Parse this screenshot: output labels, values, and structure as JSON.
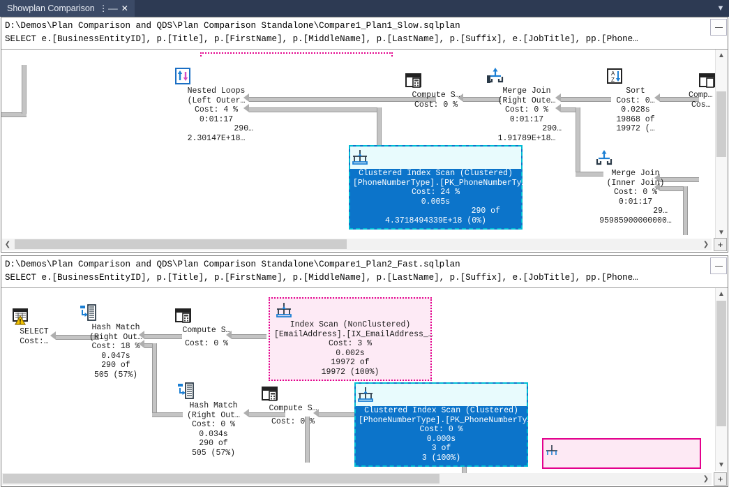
{
  "window": {
    "tab_title": "Showplan Comparison",
    "pin_icon": "pin-icon",
    "close_icon": "close-icon",
    "dropdown_icon": "chevron-down-icon"
  },
  "top_pane": {
    "file_path": "D:\\Demos\\Plan Comparison and QDS\\Plan Comparison Standalone\\Compare1_Plan1_Slow.sqlplan",
    "query_text": "SELECT e.[BusinessEntityID], p.[Title], p.[FirstName], p.[MiddleName], p.[LastName], p.[Suffix], e.[JobTitle], pp.[Phone…",
    "collapse_label": "",
    "nodes": [
      {
        "id": "nested-loops",
        "icon": "nested-loops-icon",
        "lines": [
          "Nested Loops",
          "(Left Outer…",
          "Cost: 4 %",
          "0:01:17",
          "290…",
          "2.30147E+18…"
        ]
      },
      {
        "id": "compute-scalar-1",
        "icon": "compute-scalar-icon",
        "lines": [
          "Compute S…",
          "Cost: 0 %"
        ]
      },
      {
        "id": "merge-join-right-outer",
        "icon": "merge-join-icon",
        "lines": [
          "Merge Join",
          "(Right Oute…",
          "Cost: 0 %",
          "0:01:17",
          "290…",
          "1.91789E+18…"
        ]
      },
      {
        "id": "sort",
        "icon": "sort-icon",
        "lines": [
          "Sort",
          "Cost: 0…",
          "0.028s",
          "19868 of",
          "19972 (…"
        ]
      },
      {
        "id": "compute-scalar-2",
        "icon": "compute-scalar-icon",
        "lines": [
          "Comp…",
          "Cos…"
        ]
      },
      {
        "id": "clustered-index-scan-selected",
        "icon": "index-scan-icon",
        "selected": true,
        "lines": [
          "Clustered Index Scan (Clustered)",
          "[PhoneNumberType].[PK_PhoneNumberTy…",
          "Cost: 24 %",
          "0.005s",
          "290 of",
          "4.3718494339E+18  (0%)"
        ]
      },
      {
        "id": "merge-join-inner",
        "icon": "merge-join-icon",
        "lines": [
          "Merge Join",
          "(Inner Join)",
          "Cost: 0 %",
          "0:01:17",
          "29…",
          "95985900000000…"
        ]
      }
    ],
    "vscroll": {
      "up_icon": "chevron-up-icon",
      "down_icon": "chevron-down-icon"
    },
    "hscroll": {
      "left_icon": "chevron-left-icon",
      "right_icon": "chevron-right-icon"
    },
    "zoom_button": "+"
  },
  "bottom_pane": {
    "file_path": "D:\\Demos\\Plan Comparison and QDS\\Plan Comparison Standalone\\Compare1_Plan2_Fast.sqlplan",
    "query_text": "SELECT e.[BusinessEntityID], p.[Title], p.[FirstName], p.[MiddleName], p.[LastName], p.[Suffix], e.[JobTitle], pp.[Phone…",
    "nodes": [
      {
        "id": "select",
        "icon": "select-result-icon",
        "lines": [
          "SELECT",
          "Cost:…"
        ]
      },
      {
        "id": "hash-match-1",
        "icon": "hash-match-icon",
        "lines": [
          "Hash Match",
          "(Right Out…",
          "Cost: 18 %",
          "0.047s",
          "290 of",
          "505 (57%)"
        ]
      },
      {
        "id": "compute-scalar-3",
        "icon": "compute-scalar-icon",
        "lines": [
          "Compute S…",
          "Cost: 0 %"
        ]
      },
      {
        "id": "index-scan-nonclustered",
        "icon": "index-scan-icon",
        "highlight": "pink",
        "lines": [
          "Index Scan (NonClustered)",
          "[EmailAddress].[IX_EmailAddress_…",
          "Cost: 3 %",
          "0.002s",
          "19972 of",
          "19972 (100%)"
        ]
      },
      {
        "id": "hash-match-2",
        "icon": "hash-match-icon",
        "lines": [
          "Hash Match",
          "(Right Out…",
          "Cost: 0 %",
          "0.034s",
          "290 of",
          "505 (57%)"
        ]
      },
      {
        "id": "compute-scalar-4",
        "icon": "compute-scalar-icon",
        "lines": [
          "Compute S…",
          "Cost: 0 %"
        ]
      },
      {
        "id": "clustered-index-scan-selected-2",
        "icon": "index-scan-icon",
        "selected": true,
        "lines": [
          "Clustered Index Scan (Clustered)",
          "[PhoneNumberType].[PK_PhoneNumberTy…",
          "Cost: 0 %",
          "0.000s",
          "3 of",
          "3 (100%)"
        ]
      }
    ],
    "vscroll": {
      "up_icon": "chevron-up-icon",
      "down_icon": "chevron-down-icon"
    },
    "hscroll": {
      "left_icon": "chevron-left-icon",
      "right_icon": "chevron-right-icon"
    },
    "zoom_button": "+"
  },
  "colors": {
    "titlebar": "#2d3a53",
    "tab_active": "#3b4a66",
    "selected_node_fill": "#0c74ca",
    "selected_node_border": "#00bcd4",
    "difference_highlight": "#e3008c",
    "connector": "#c4c4c4"
  }
}
